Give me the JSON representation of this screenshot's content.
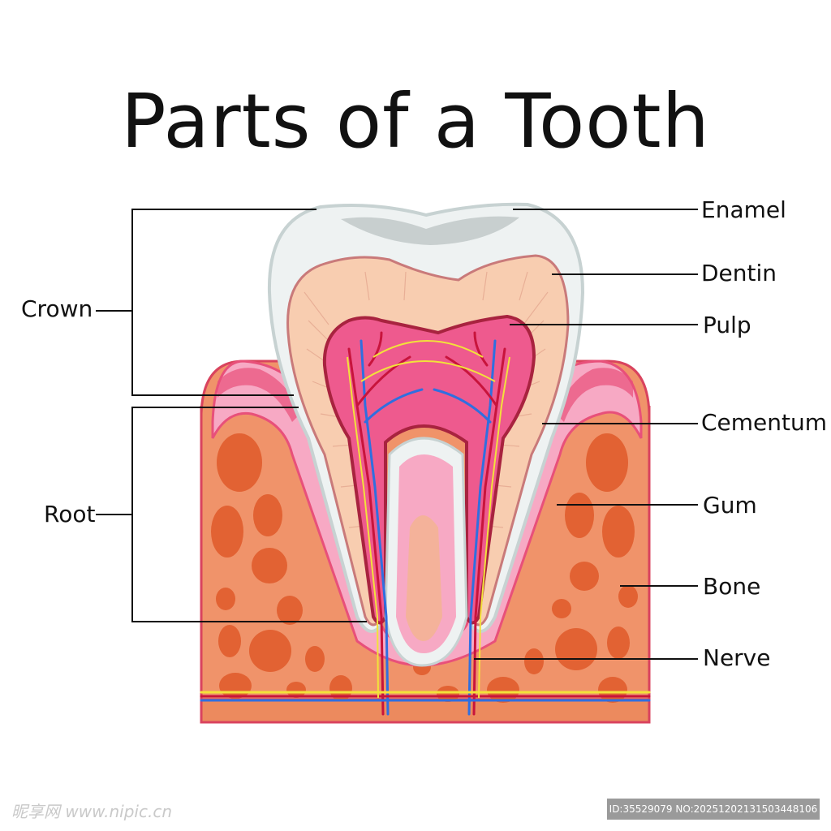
{
  "title": "Parts of a Tooth",
  "labels": {
    "crown": "Crown",
    "root": "Root",
    "enamel": "Enamel",
    "dentin": "Dentin",
    "pulp": "Pulp",
    "cementum": "Cementum",
    "gum": "Gum",
    "bone": "Bone",
    "nerve": "Nerve"
  },
  "watermark": {
    "left": "昵享网 www.nipic.cn",
    "right": "ID:35529079 NO:20251202131503448106"
  },
  "colors": {
    "bone": "#f0936a",
    "bone_spots": "#e05a2a",
    "gum": "#f7a9c4",
    "gum_dark": "#e8507a",
    "enamel": "#eef2f2",
    "dentin": "#f8cdb0",
    "pulp": "#ee5a8e",
    "vessel_red": "#c8143c",
    "vessel_blue": "#2f6fe0",
    "nerve_yellow": "#f2e23a"
  }
}
